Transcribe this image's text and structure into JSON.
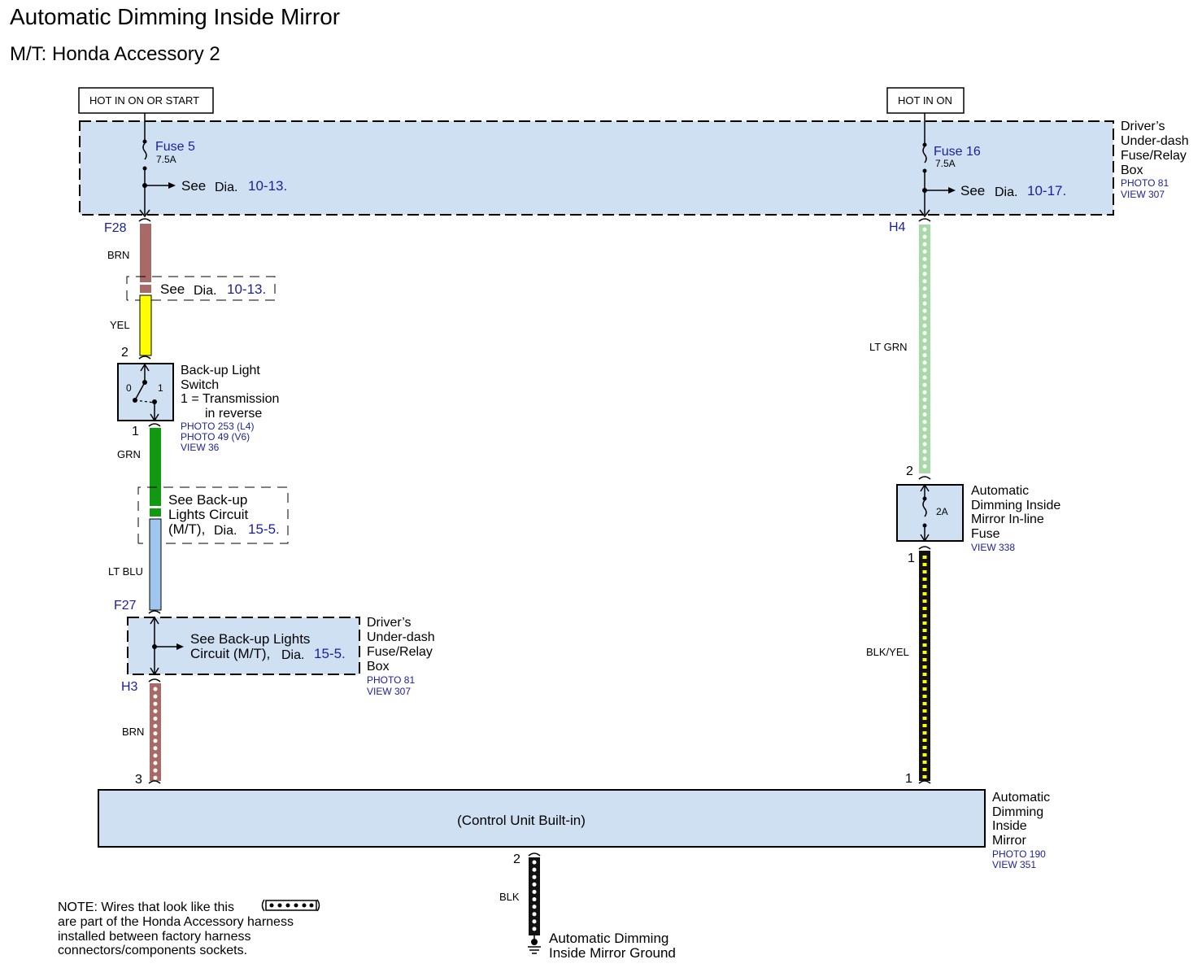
{
  "title": "Automatic Dimming Inside Mirror",
  "subtitle": "M/T: Honda Accessory 2",
  "colors": {
    "box_fill": "#cfe0f3",
    "link_blue": "#1a1f9c",
    "brn": "#a86a66",
    "yel": "#ffff00",
    "grn": "#119a11",
    "lt_blu": "#9fc6ee",
    "lt_grn": "#a9d8a9",
    "blk": "#111111"
  },
  "power_labels": {
    "left": "HOT IN ON OR START",
    "right": "HOT IN ON"
  },
  "fuse_box_top": {
    "name_lines": [
      "Driver’s",
      "Under-dash",
      "Fuse/Relay",
      "Box"
    ],
    "photo": "PHOTO 81",
    "view": "VIEW 307",
    "fuse_left": {
      "name": "Fuse 5",
      "rating": "7.5A",
      "see": "See",
      "dia": "Dia.",
      "ref": "10-13."
    },
    "fuse_right": {
      "name": "Fuse 16",
      "rating": "7.5A",
      "see": "See",
      "dia": "Dia.",
      "ref": "10-17."
    }
  },
  "connectors": {
    "f28": "F28",
    "h4": "H4",
    "f27": "F27",
    "h3": "H3"
  },
  "wires": {
    "brn_top": "BRN",
    "yel": "YEL",
    "grn": "GRN",
    "lt_blu": "LT BLU",
    "brn_bottom": "BRN",
    "lt_grn": "LT GRN",
    "blk_yel": "BLK/YEL",
    "blk": "BLK"
  },
  "splice_ref_1": {
    "see": "See",
    "dia": "Dia.",
    "ref": "10-13."
  },
  "backup_switch": {
    "lines": [
      "Back-up Light",
      "Switch",
      "1 = Transmission",
      "in reverse"
    ],
    "photo_1": "PHOTO 253 (L4)",
    "photo_2": "PHOTO 49 (V6)",
    "view": "VIEW 36",
    "pin_top": "2",
    "pin_bottom": "1",
    "pos_0": "0",
    "pos_1": "1"
  },
  "splice_ref_2": {
    "line1": "See Back-up",
    "line2": "Lights Circuit",
    "line3": "(M/T),",
    "dia": "Dia.",
    "ref": "15-5."
  },
  "fuse_box_bottom": {
    "line1": "See Back-up Lights",
    "line2": "Circuit (M/T),",
    "dia": "Dia.",
    "ref": "15-5.",
    "name_lines": [
      "Driver’s",
      "Under-dash",
      "Fuse/Relay",
      "Box"
    ],
    "photo": "PHOTO 81",
    "view": "VIEW 307"
  },
  "inline_fuse": {
    "rating": "2A",
    "pin_top": "2",
    "pin_bottom": "1",
    "name_lines": [
      "Automatic",
      "Dimming Inside",
      "Mirror In-line",
      "Fuse"
    ],
    "view": "VIEW 338"
  },
  "mirror": {
    "center": "(Control Unit Built-in)",
    "pin_left": "3",
    "pin_right": "1",
    "pin_bottom": "2",
    "name_lines": [
      "Automatic",
      "Dimming",
      "Inside",
      "Mirror"
    ],
    "photo": "PHOTO 190",
    "view": "VIEW 351"
  },
  "ground": {
    "line1": "Automatic Dimming",
    "line2": "Inside Mirror Ground"
  },
  "note": {
    "line1": "NOTE: Wires that look like this",
    "line2": "are part of the Honda Accessory harness",
    "line3": "installed between factory harness",
    "line4": "connectors/components sockets."
  }
}
